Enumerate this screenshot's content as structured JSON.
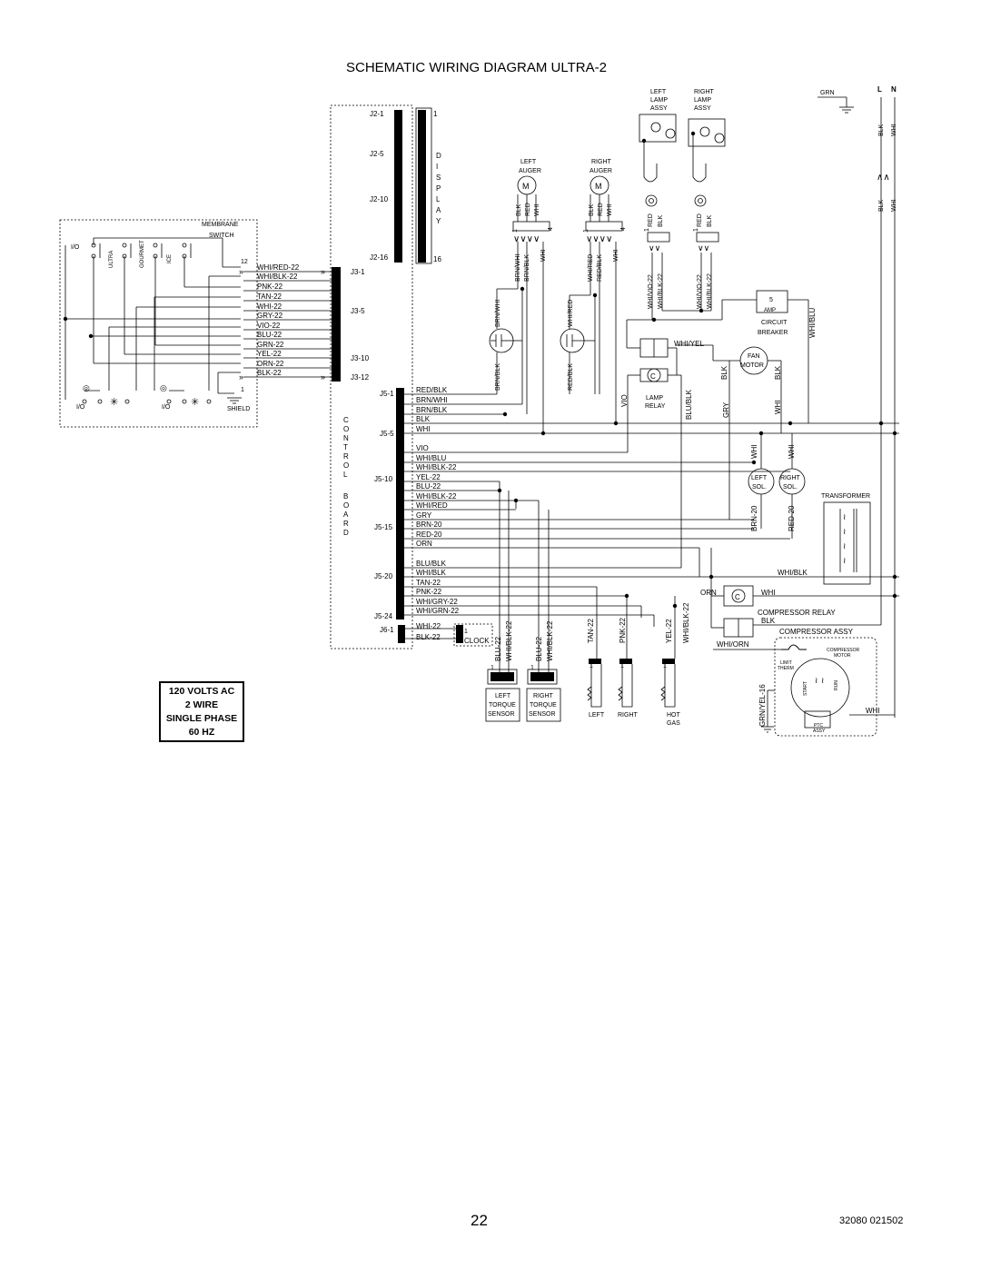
{
  "title": "SCHEMATIC WIRING DIAGRAM  ULTRA-2",
  "page_number": "22",
  "doc_code": "32080 021502",
  "power": [
    "120 VOLTS AC",
    "2 WIRE",
    "SINGLE PHASE",
    "60 HZ"
  ],
  "membrane": {
    "title1": "MEMBRANE",
    "title2": "SWITCH",
    "io": "I/O",
    "ultra": "ULTRA",
    "gourmet": "GOURMET",
    "ice": "ICE",
    "io_b1": "I/O",
    "io_b2": "I/O",
    "shield": "SHIELD",
    "pin12": "12",
    "pin1": "1"
  },
  "j3_wires": [
    "WHI/RED-22",
    "WHI/BLK-22",
    "PNK-22",
    "TAN-22",
    "WHI-22",
    "GRY-22",
    "VIO-22",
    "BLU-22",
    "GRN-22",
    "YEL-22",
    "ORN-22",
    "BLK-22"
  ],
  "j3_labels": {
    "j31": "J3-1",
    "j35": "J3-5",
    "j310": "J3-10",
    "j312": "J3-12"
  },
  "j2_labels": {
    "j21": "J2-1",
    "j25": "J2-5",
    "j210": "J2-10",
    "j216": "J2-16",
    "p1": "1",
    "p16": "16"
  },
  "display_letters": [
    "D",
    "I",
    "S",
    "P",
    "L",
    "A",
    "Y"
  ],
  "control_letters": [
    "C",
    "O",
    "N",
    "T",
    "R",
    "O",
    "L",
    "",
    "B",
    "O",
    "A",
    "R",
    "D"
  ],
  "j5_labels": {
    "j51": "J5-1",
    "j55": "J5-5",
    "j510": "J5-10",
    "j515": "J5-15",
    "j520": "J5-20",
    "j524": "J5-24"
  },
  "j5_wires": [
    "RED/BLK",
    "BRN/WHI",
    "BRN/BLK",
    "BLK",
    "WHI",
    "",
    "VIO",
    "WHI/BLU",
    "WHI/BLK-22",
    "YEL-22",
    "BLU-22",
    "WHI/BLK-22",
    "WHI/RED",
    "GRY",
    "BRN-20",
    "RED-20",
    "ORN",
    "",
    "BLU/BLK",
    "WHI/BLK",
    "TAN-22",
    "PNK-22",
    "WHI/GRY-22",
    "WHI/GRN-22"
  ],
  "j6": {
    "label": "J6-1",
    "w1": "WHI-22",
    "w2": "BLK-22",
    "p1": "1",
    "clock": "CLOCK"
  },
  "left_auger": {
    "l1": "LEFT",
    "l2": "AUGER",
    "m": "M",
    "blk": "BLK",
    "red": "RED",
    "whi": "WHI",
    "one": "1",
    "four": "4"
  },
  "right_auger": {
    "l1": "RIGHT",
    "l2": "AUGER",
    "m": "M",
    "blk": "BLK",
    "red": "RED",
    "whi": "WHI",
    "one": "1",
    "four": "4"
  },
  "auger_wires": {
    "bw": "BRN/WHI",
    "bb": "BRN/BLK",
    "whi": "WHI",
    "wr": "WHI/RED",
    "rb": "RED/BLK"
  },
  "caps": {
    "bw": "BRN/WHI",
    "bb": "BRN/BLK",
    "wr": "WHI/RED",
    "rb": "RED/BLK"
  },
  "lamps": {
    "left": [
      "LEFT",
      "LAMP",
      "ASSY"
    ],
    "right": [
      "RIGHT",
      "LAMP",
      "ASSY"
    ],
    "red": "RED",
    "blk": "BLK",
    "one": "1",
    "lw1": "WHI/VIO-22",
    "lw2": "WHI/BLK-22",
    "rw1": "WHI/VIO-22",
    "rw2": "WHI/BLK-22"
  },
  "power_in": {
    "grn": "GRN",
    "l": "L",
    "n": "N",
    "blk": "BLK",
    "whi": "WHI"
  },
  "breaker": {
    "amp": "5",
    "unit": "AMP",
    "l1": "CIRCUIT",
    "l2": "BREAKER",
    "wb": "WHI/BLU"
  },
  "lamp_relay": {
    "whiyel": "WHI/YEL",
    "c": "C",
    "l1": "LAMP",
    "l2": "RELAY",
    "vio": "VIO",
    "blublk": "BLU/BLK"
  },
  "fan": {
    "l1": "FAN",
    "l2": "MOTOR",
    "blk1": "BLK",
    "blk2": "BLK",
    "gry": "GRY",
    "whi": "WHI"
  },
  "solenoids": {
    "left": [
      "LEFT",
      "SOL."
    ],
    "right": [
      "RIGHT",
      "SOL."
    ],
    "whi1": "WHI",
    "whi2": "WHI",
    "brn": "BRN-20",
    "red": "RED-20"
  },
  "transformer": {
    "label": "TRANSFORMER",
    "whiblk": "WHI/BLK"
  },
  "comp_relay": {
    "orn": "ORN",
    "c": "C",
    "whi": "WHI",
    "label": "COMPRESSOR RELAY",
    "blk": "BLK"
  },
  "comp_assy": {
    "label": "COMPRESSOR ASSY",
    "whiorn": "WHI/ORN",
    "limit": "LIMIT",
    "therm": "THERM",
    "motor1": "COMPRESSOR",
    "motor2": "MOTOR",
    "start": "START",
    "run": "RUN",
    "ptc": "PTC",
    "assy": "ASSY",
    "grnyel": "GRN/YEL-16",
    "whi": "WHI"
  },
  "sensors": {
    "blu1": "BLU-22",
    "wb1": "WHI/BLK-22",
    "blu2": "BLU-22",
    "wb2": "WHI/BLK-22",
    "left": [
      "LEFT",
      "TORQUE",
      "SENSOR"
    ],
    "right": [
      "RIGHT",
      "TORQUE",
      "SENSOR"
    ]
  },
  "thermistors": {
    "tan": "TAN-22",
    "pnk": "PNK-22",
    "yel": "YEL-22",
    "wb": "WHI/BLK-22",
    "left": "LEFT",
    "right": "RIGHT",
    "hot1": "HOT",
    "hot2": "GAS",
    "one": "1"
  }
}
